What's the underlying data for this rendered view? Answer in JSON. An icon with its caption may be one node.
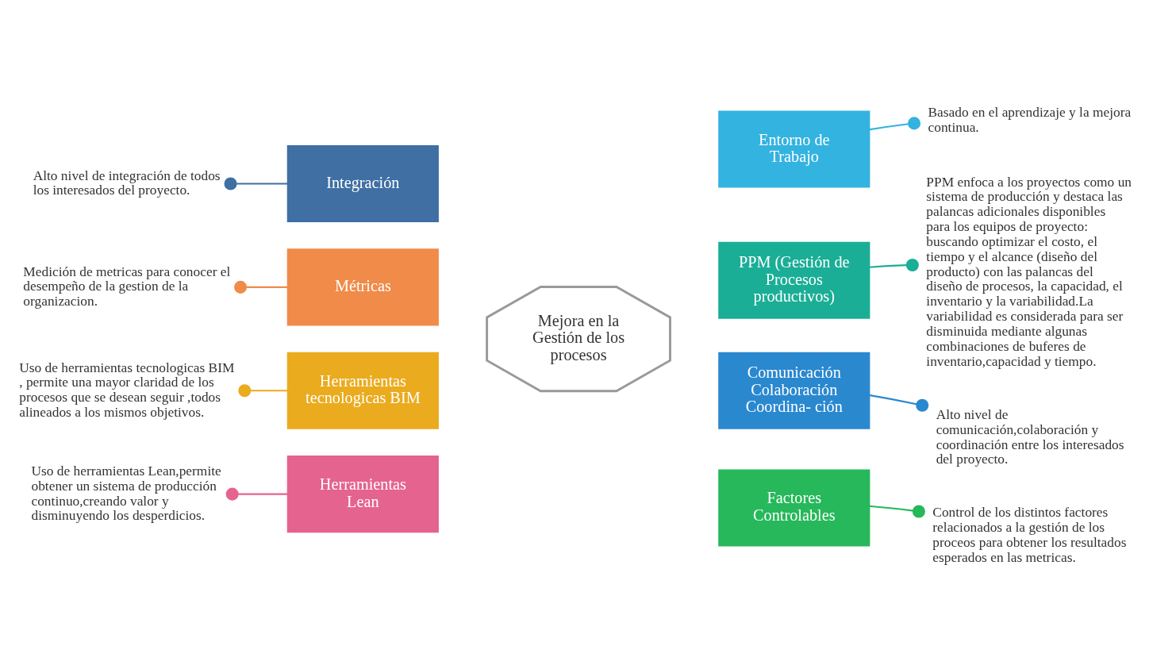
{
  "diagram": {
    "nodes": [
      {
        "text": [
          "Mejora en la Gestión de los procesos"
        ]
      },
      {
        "text": [
          "Integración"
        ]
      },
      {
        "text": [
          "Entorno de Trabajo"
        ]
      },
      {
        "text": [
          "PPM (Gestión de Procesos productivos)"
        ]
      },
      {
        "text": [
          "Comunicación Colaboración Coordina- ción"
        ]
      },
      {
        "text": [
          "Factores Controlables"
        ]
      },
      {
        "text": [
          "Métricas"
        ]
      },
      {
        "text": [
          "Herramientas tecnologicas BIM"
        ]
      },
      {
        "text": [
          "Herramientas Lean"
        ]
      },
      {
        "text": [
          "Alto nivel de integración de todos los interesados del proyecto."
        ]
      },
      {
        "text": [
          "Uso de herramientas Lean,permite obtener un sistema de producción continuo,creando valor y disminuyendo los desperdicios."
        ]
      },
      {
        "text": [
          "Uso de herramientas tecnologicas BIM , permite una mayor claridad de los procesos que se desean seguir ,todos alineados a los mismos objetivos."
        ]
      },
      {
        "text": [
          "Medición de metricas para conocer el desempeño de la gestion de la organizacion."
        ]
      },
      {
        "text": [
          "Basado en el aprendizaje y la mejora continua."
        ]
      },
      {
        "text": [
          "PPM enfoca a los proyectos como un sistema de producción y destaca las palancas adicionales disponibles para los equipos de proyecto: buscando optimizar el costo, el tiempo y el alcance (diseño del producto) con las palancas del diseño de procesos, la capacidad, el inventario y la variabilidad.La variabilidad es considerada para ser disminuida mediante algunas combinaciones de buferes de inventario,capacidad y tiempo."
        ]
      },
      {
        "text": [
          "Alto nivel de comunicación,colaboración y coordinación entre los interesados del proyecto."
        ]
      },
      {
        "text": [
          "Control de los distintos factores relacionados a la gestión de los proceos para obtener los resultados esperados en las metricas."
        ]
      }
    ],
    "edges": [
      {
        "from": 9,
        "to": 1,
        "arrow": "other",
        "color": "#3f6fa3"
      },
      {
        "from": 10,
        "to": 8,
        "arrow": "other",
        "color": "#e5638f"
      },
      {
        "from": 11,
        "to": 7,
        "arrow": "other",
        "color": "#eaab1e"
      },
      {
        "from": 12,
        "to": 6,
        "arrow": "other",
        "color": "#f08b4a"
      },
      {
        "from": 13,
        "to": 2,
        "arrow": "other",
        "color": "#33b3e0"
      },
      {
        "from": 14,
        "to": 3,
        "arrow": "other",
        "color": "#1aae96"
      },
      {
        "from": 15,
        "to": 4,
        "arrow": "other",
        "color": "#2a88cf"
      },
      {
        "from": 16,
        "to": 5,
        "arrow": "other",
        "color": "#26b85a"
      }
    ]
  }
}
